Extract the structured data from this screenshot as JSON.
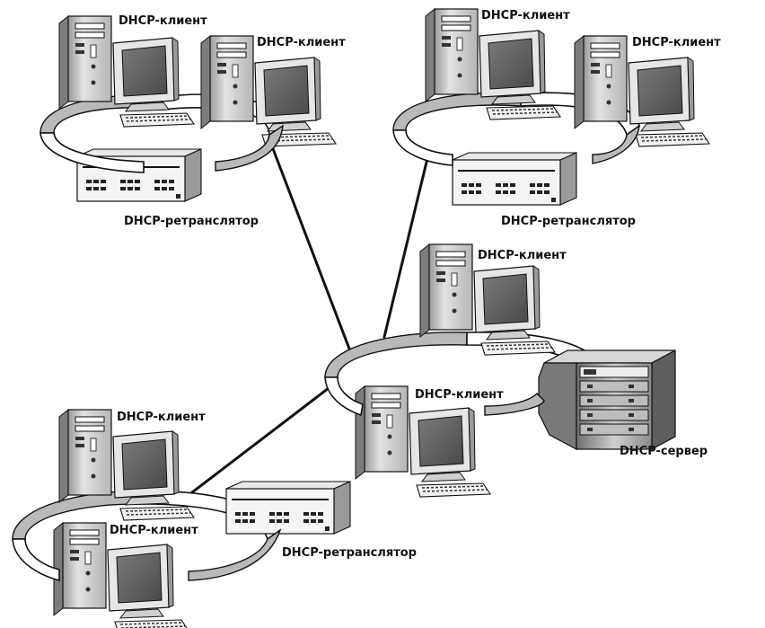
{
  "labels": {
    "client": "DHCP-клиент",
    "relay": "DHCP-ретранслятор",
    "server": "DHCP-сервер"
  },
  "colors": {
    "outline": "#111111",
    "case_light": "#d8d8d8",
    "case_shade": "#8c8c8c",
    "screen": "#5e5e5e",
    "ring_shade": "#b9b9b9"
  }
}
